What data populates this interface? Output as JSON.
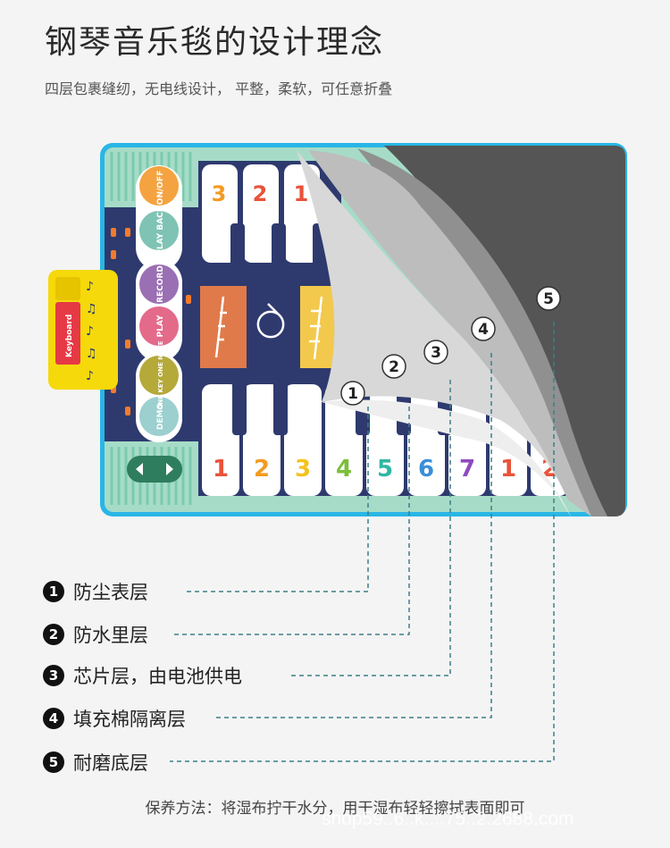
{
  "header": {
    "title": "钢琴音乐毯的设计理念",
    "subtitle": "四层包裹缝纫，无电线设计， 平整，柔软，可任意折叠"
  },
  "mat": {
    "controls": [
      "ON/OFF",
      "PLAY BACK",
      "RECORD",
      "PLAY",
      "ONE KEY ONE NOTE",
      "DEMO"
    ],
    "top_keys": [
      "3",
      "2",
      "1"
    ],
    "bottom_keys": [
      "1",
      "2",
      "3",
      "4",
      "5",
      "6",
      "7",
      "1",
      "2"
    ],
    "key_colors": [
      "#e8533a",
      "#f39a22",
      "#f5c21b",
      "#7bbf3a",
      "#2fb7a4",
      "#3a8fd9",
      "#8e4bbf",
      "#e8533a",
      "#e8533a"
    ],
    "instrument_icons": [
      "recorder-icon",
      "guitar-icon",
      "clarinet-icon"
    ],
    "speaker_module_label": "Keyboard",
    "layer_markers": [
      "1",
      "2",
      "3",
      "4",
      "5"
    ]
  },
  "legend": [
    {
      "num": "1",
      "text": "防尘表层"
    },
    {
      "num": "2",
      "text": "防水里层"
    },
    {
      "num": "3",
      "text": "芯片层，由电池供电"
    },
    {
      "num": "4",
      "text": "填充棉隔离层"
    },
    {
      "num": "5",
      "text": "耐磨底层"
    }
  ],
  "footer": {
    "care": "保养方法：将湿布拧干水分，用干湿布轻轻擦拭表面即可",
    "watermark": "shop59..6..k....75..2.2688.com"
  },
  "colors": {
    "mint": "#9fd9c4",
    "navy": "#2e3a6e",
    "border": "#29b6e6",
    "bottom_layer": "#555555",
    "module_yellow": "#f5d90a"
  }
}
